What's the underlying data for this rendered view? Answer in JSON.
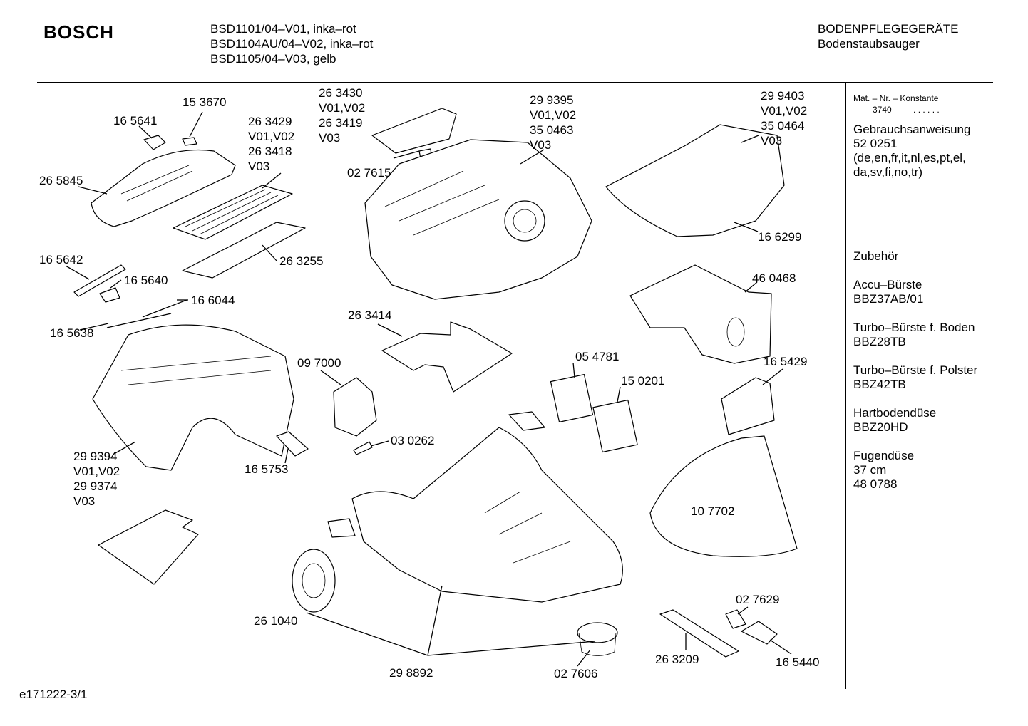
{
  "header": {
    "brand": "BOSCH",
    "models": [
      "BSD1101/04–V01, inka–rot",
      "BSD1104AU/04–V02, inka–rot",
      "BSD1105/04–V03, gelb"
    ],
    "category": [
      "BODENPFLEGEGERÄTE",
      "Bodenstaubsauger"
    ]
  },
  "sidebar": {
    "mat_label": "Mat. – Nr. – Konstante",
    "mat_value": "3740",
    "mat_dots": ". . . . . .",
    "manual": [
      "Gebrauchsanweisung",
      "52 0251",
      "(de,en,fr,it,nl,es,pt,el,",
      "da,sv,fi,no,tr)"
    ],
    "accessories_title": "Zubehör",
    "accessories": [
      [
        "Accu–Bürste",
        "BBZ37AB/01"
      ],
      [
        "Turbo–Bürste f. Boden",
        "BBZ28TB"
      ],
      [
        "Turbo–Bürste f. Polster",
        "BBZ42TB"
      ],
      [
        "Hartbodendüse",
        "BBZ20HD"
      ],
      [
        "Fugendüse",
        "37 cm",
        "48 0788"
      ]
    ]
  },
  "parts": [
    {
      "id": "p153670",
      "lines": [
        "15 3670"
      ]
    },
    {
      "id": "p165641",
      "lines": [
        "16 5641"
      ]
    },
    {
      "id": "p263429",
      "lines": [
        "26 3429",
        "V01,V02",
        "26 3418",
        "V03"
      ]
    },
    {
      "id": "p265845",
      "lines": [
        "26 5845"
      ]
    },
    {
      "id": "p263255",
      "lines": [
        "26 3255"
      ]
    },
    {
      "id": "p165642",
      "lines": [
        "16 5642"
      ]
    },
    {
      "id": "p165640",
      "lines": [
        "16 5640"
      ]
    },
    {
      "id": "p166044",
      "lines": [
        "16 6044"
      ]
    },
    {
      "id": "p165638",
      "lines": [
        "16 5638"
      ]
    },
    {
      "id": "p263430",
      "lines": [
        "26 3430",
        "V01,V02",
        "26 3419",
        "V03"
      ]
    },
    {
      "id": "p027615",
      "lines": [
        "02 7615"
      ]
    },
    {
      "id": "p299395",
      "lines": [
        "29 9395",
        "V01,V02",
        "35 0463",
        "V03"
      ]
    },
    {
      "id": "p299403",
      "lines": [
        "29 9403",
        "V01,V02",
        "35 0464",
        "V03"
      ]
    },
    {
      "id": "p166299",
      "lines": [
        "16 6299"
      ]
    },
    {
      "id": "p460468",
      "lines": [
        "46 0468"
      ]
    },
    {
      "id": "p263414",
      "lines": [
        "26 3414"
      ]
    },
    {
      "id": "p097000",
      "lines": [
        "09 7000"
      ]
    },
    {
      "id": "p054781",
      "lines": [
        "05 4781"
      ]
    },
    {
      "id": "p150201",
      "lines": [
        "15 0201"
      ]
    },
    {
      "id": "p165429",
      "lines": [
        "16 5429"
      ]
    },
    {
      "id": "p030262",
      "lines": [
        "03 0262"
      ]
    },
    {
      "id": "p299394",
      "lines": [
        "29 9394",
        "V01,V02",
        "29 9374",
        "V03"
      ]
    },
    {
      "id": "p165753",
      "lines": [
        "16 5753"
      ]
    },
    {
      "id": "p107702",
      "lines": [
        "10 7702"
      ]
    },
    {
      "id": "p261040",
      "lines": [
        "26 1040"
      ]
    },
    {
      "id": "p027629",
      "lines": [
        "02 7629"
      ]
    },
    {
      "id": "p263209",
      "lines": [
        "26 3209"
      ]
    },
    {
      "id": "p165440",
      "lines": [
        "16 5440"
      ]
    },
    {
      "id": "p298892",
      "lines": [
        "29 8892"
      ]
    },
    {
      "id": "p027606",
      "lines": [
        "02 7606"
      ]
    }
  ],
  "drawing_code": "e171222-3/1"
}
